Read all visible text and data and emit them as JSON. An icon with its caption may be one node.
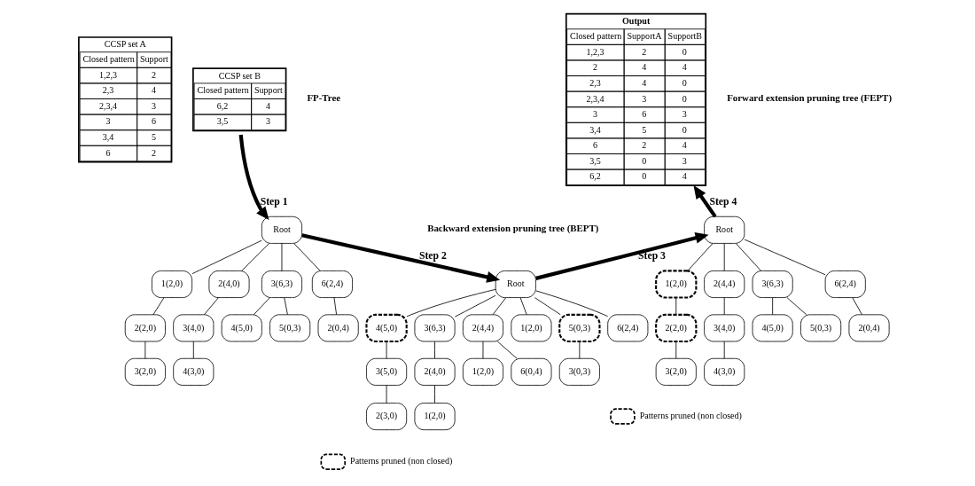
{
  "diagram": {
    "nodes": [
      {
        "text": [
          "CCSP set A",
          "Closed pattern",
          "Support",
          "1,2,3",
          "2",
          "2,3",
          "4",
          "2,3,4",
          "3",
          "3",
          "6",
          "3,4",
          "5",
          "6",
          "2"
        ]
      },
      {
        "text": [
          "CCSP set B",
          "Closed pattern",
          "Support",
          "6,2",
          "4",
          "3,5",
          "3"
        ]
      },
      {
        "text": [
          "Output",
          "Closed pattern",
          "SupportA",
          "SupportB",
          "1,2,3",
          "2",
          "0",
          "2",
          "4",
          "4",
          "2,3",
          "4",
          "0",
          "2,3,4",
          "3",
          "0",
          "3",
          "6",
          "3",
          "3,4",
          "5",
          "0",
          "6",
          "2",
          "4",
          "3,5",
          "0",
          "3",
          "6,2",
          "0",
          "4"
        ]
      },
      {
        "text": [
          "Root"
        ]
      },
      {
        "text": [
          "1(2,0)"
        ]
      },
      {
        "text": [
          "2(4,0)"
        ]
      },
      {
        "text": [
          "3(6,3)"
        ]
      },
      {
        "text": [
          "6(2,4)"
        ]
      },
      {
        "text": [
          "2(2,0)"
        ]
      },
      {
        "text": [
          "3(4,0)"
        ]
      },
      {
        "text": [
          "4(5,0)"
        ]
      },
      {
        "text": [
          "5(0,3)"
        ]
      },
      {
        "text": [
          "2(0,4)"
        ]
      },
      {
        "text": [
          "3(2,0)"
        ]
      },
      {
        "text": [
          "4(3,0)"
        ]
      },
      {
        "text": [
          "Root"
        ]
      },
      {
        "text": [
          "4(5,0)"
        ]
      },
      {
        "text": [
          "3(6,3)"
        ]
      },
      {
        "text": [
          "2(4,4)"
        ]
      },
      {
        "text": [
          "1(2,0)"
        ]
      },
      {
        "text": [
          "5(0,3)"
        ]
      },
      {
        "text": [
          "6(2,4)"
        ]
      },
      {
        "text": [
          "3(5,0)"
        ]
      },
      {
        "text": [
          "2(4,0)"
        ]
      },
      {
        "text": [
          "1(2,0)"
        ]
      },
      {
        "text": [
          "6(0,4)"
        ]
      },
      {
        "text": [
          "3(0,3)"
        ]
      },
      {
        "text": [
          "2(3,0)"
        ]
      },
      {
        "text": [
          "1(2,0)"
        ]
      },
      {
        "text": [
          "Root"
        ]
      },
      {
        "text": [
          "1(2,0)"
        ]
      },
      {
        "text": [
          "2(4,4)"
        ]
      },
      {
        "text": [
          "3(6,3)"
        ]
      },
      {
        "text": [
          "6(2,4)"
        ]
      },
      {
        "text": [
          "2(2,0)"
        ]
      },
      {
        "text": [
          "3(4,0)"
        ]
      },
      {
        "text": [
          "4(5,0)"
        ]
      },
      {
        "text": [
          "5(0,3)"
        ]
      },
      {
        "text": [
          "2(0,4)"
        ]
      },
      {
        "text": [
          "3(2,0)"
        ]
      },
      {
        "text": [
          "4(3,0)"
        ]
      }
    ],
    "edges": [
      {
        "from": 3,
        "to": 4,
        "arrow": "none"
      },
      {
        "from": 3,
        "to": 5,
        "arrow": "none"
      },
      {
        "from": 3,
        "to": 6,
        "arrow": "none"
      },
      {
        "from": 3,
        "to": 7,
        "arrow": "none"
      },
      {
        "from": 4,
        "to": 8,
        "arrow": "none"
      },
      {
        "from": 5,
        "to": 9,
        "arrow": "none"
      },
      {
        "from": 6,
        "to": 10,
        "arrow": "none"
      },
      {
        "from": 6,
        "to": 11,
        "arrow": "none"
      },
      {
        "from": 7,
        "to": 12,
        "arrow": "none"
      },
      {
        "from": 8,
        "to": 13,
        "arrow": "none"
      },
      {
        "from": 9,
        "to": 14,
        "arrow": "none"
      },
      {
        "from": 15,
        "to": 16,
        "arrow": "none"
      },
      {
        "from": 15,
        "to": 17,
        "arrow": "none"
      },
      {
        "from": 15,
        "to": 18,
        "arrow": "none"
      },
      {
        "from": 15,
        "to": 19,
        "arrow": "none"
      },
      {
        "from": 15,
        "to": 20,
        "arrow": "none"
      },
      {
        "from": 15,
        "to": 21,
        "arrow": "none"
      },
      {
        "from": 16,
        "to": 22,
        "arrow": "none"
      },
      {
        "from": 17,
        "to": 23,
        "arrow": "none"
      },
      {
        "from": 18,
        "to": 24,
        "arrow": "none"
      },
      {
        "from": 18,
        "to": 25,
        "arrow": "none"
      },
      {
        "from": 20,
        "to": 26,
        "arrow": "none"
      },
      {
        "from": 22,
        "to": 27,
        "arrow": "none"
      },
      {
        "from": 23,
        "to": 28,
        "arrow": "none"
      },
      {
        "from": 29,
        "to": 30,
        "arrow": "none"
      },
      {
        "from": 29,
        "to": 31,
        "arrow": "none"
      },
      {
        "from": 29,
        "to": 32,
        "arrow": "none"
      },
      {
        "from": 29,
        "to": 33,
        "arrow": "none"
      },
      {
        "from": 30,
        "to": 34,
        "arrow": "none"
      },
      {
        "from": 31,
        "to": 35,
        "arrow": "none"
      },
      {
        "from": 32,
        "to": 36,
        "arrow": "none"
      },
      {
        "from": 32,
        "to": 37,
        "arrow": "none"
      },
      {
        "from": 33,
        "to": 38,
        "arrow": "none"
      },
      {
        "from": 34,
        "to": 39,
        "arrow": "none"
      },
      {
        "from": 35,
        "to": 40,
        "arrow": "none"
      },
      {
        "from": 1,
        "to": 3,
        "arrow": "to",
        "label": "Step 1",
        "style": "thick"
      },
      {
        "from": 3,
        "to": 15,
        "arrow": "to",
        "label": "Step 2",
        "style": "thick"
      },
      {
        "from": 15,
        "to": 29,
        "arrow": "to",
        "label": "Step 3",
        "style": "thick"
      },
      {
        "from": 29,
        "to": 2,
        "arrow": "to",
        "label": "Step 4",
        "style": "thick"
      }
    ],
    "labels": [
      "FP-Tree",
      "Forward extension pruning tree (FEPT)",
      "Backward extension pruning tree (BEPT)"
    ],
    "legend": [
      {
        "text": "Patterns pruned (non closed)"
      },
      {
        "text": "Patterns pruned (non closed)"
      }
    ]
  }
}
